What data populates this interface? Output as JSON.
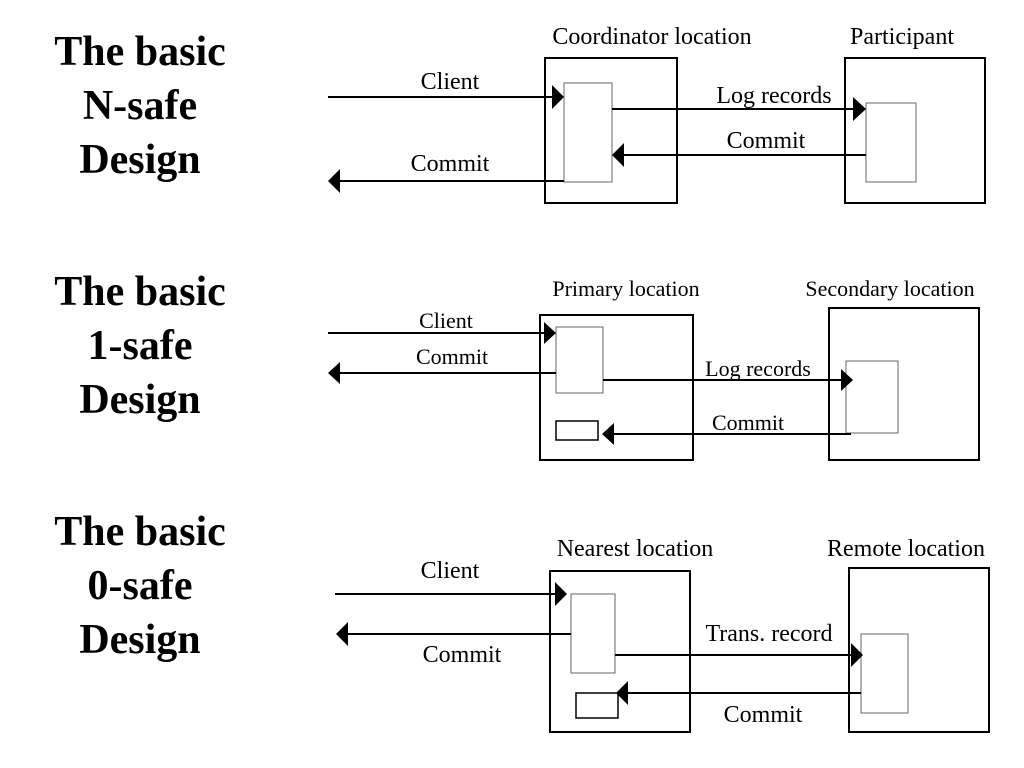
{
  "designs": [
    {
      "title": [
        "The basic",
        "N-safe",
        "Design"
      ],
      "local_location": "Coordinator location",
      "remote_location": "Participant",
      "client": "Client",
      "commit_to_client": "Commit",
      "forward": "Log records",
      "remote_commit": "Commit"
    },
    {
      "title": [
        "The basic",
        "1-safe",
        "Design"
      ],
      "local_location": "Primary location",
      "remote_location": "Secondary location",
      "client": "Client",
      "commit_to_client": "Commit",
      "forward": "Log records",
      "remote_commit": "Commit"
    },
    {
      "title": [
        "The basic",
        "0-safe",
        "Design"
      ],
      "local_location": "Nearest location",
      "remote_location": "Remote location",
      "client": "Client",
      "commit_to_client": "Commit",
      "forward": "Trans. record",
      "remote_commit": "Commit"
    }
  ]
}
